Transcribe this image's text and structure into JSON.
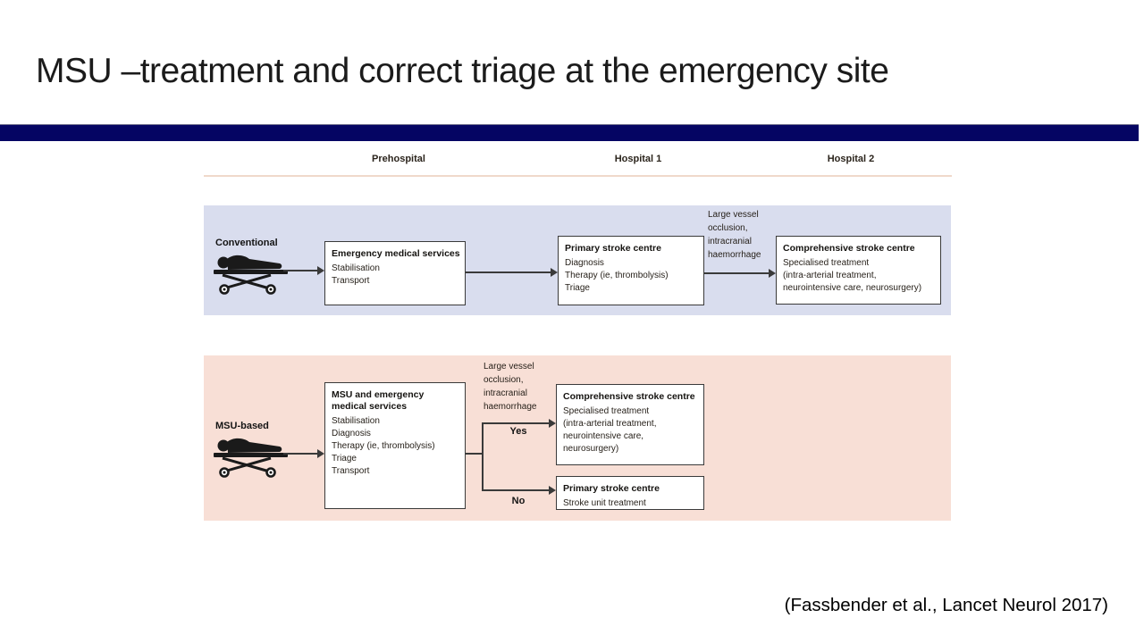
{
  "slide": {
    "title": "MSU –treatment and correct triage at the emergency site",
    "citation": "(Fassbender et al., Lancet Neurol 2017)",
    "colors": {
      "accent_bar": "#050563",
      "conventional_panel": "#d9ddee",
      "msu_panel": "#f8dfd6",
      "header_rule": "#f0d9cb",
      "box_border": "#3a3a3a"
    }
  },
  "figure": {
    "columns": [
      "Prehospital",
      "Hospital 1",
      "Hospital 2"
    ],
    "conventional": {
      "label": "Conventional",
      "ems_box": {
        "title": "Emergency medical services",
        "lines": [
          "Stabilisation",
          "Transport"
        ]
      },
      "psc_box": {
        "title": "Primary stroke centre",
        "lines": [
          "Diagnosis",
          "Therapy (ie, thrombolysis)",
          "Triage"
        ]
      },
      "csc_box": {
        "title": "Comprehensive stroke centre",
        "lines": [
          "Specialised treatment",
          "(intra-arterial treatment,",
          "neurointensive care, neurosurgery)"
        ]
      },
      "arrow_label": "Large vessel occlusion, intracranial haemorrhage"
    },
    "msu": {
      "label": "MSU-based",
      "msu_box": {
        "title": "MSU and emergency medical services",
        "lines": [
          "Stabilisation",
          "Diagnosis",
          "Therapy (ie, thrombolysis)",
          "Triage",
          "Transport"
        ]
      },
      "csc_box": {
        "title": "Comprehensive stroke centre",
        "lines": [
          "Specialised treatment",
          "(intra-arterial treatment,",
          "neurointensive care,",
          "neurosurgery)"
        ]
      },
      "psc_box": {
        "title": "Primary stroke centre",
        "lines": [
          "Stroke unit treatment"
        ]
      },
      "branch_label": "Large vessel occlusion, intracranial haemorrhage",
      "yes": "Yes",
      "no": "No"
    }
  }
}
